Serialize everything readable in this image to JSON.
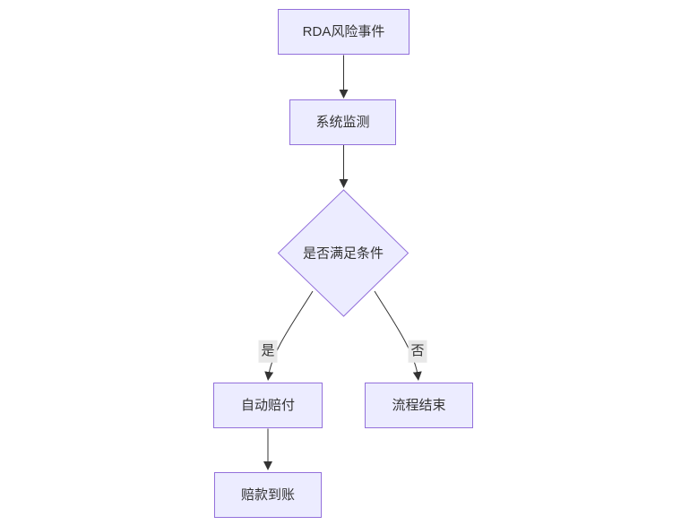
{
  "diagram": {
    "type": "flowchart",
    "direction": "top-down",
    "nodes": {
      "rda_event": {
        "label": "RDA风险事件",
        "shape": "rect"
      },
      "system_monitor": {
        "label": "系统监测",
        "shape": "rect"
      },
      "condition_check": {
        "label": "是否满足条件",
        "shape": "diamond"
      },
      "auto_payout": {
        "label": "自动赔付",
        "shape": "rect"
      },
      "process_end": {
        "label": "流程结束",
        "shape": "rect"
      },
      "payment_arrival": {
        "label": "赔款到账",
        "shape": "rect"
      }
    },
    "edges": [
      {
        "from": "rda_event",
        "to": "system_monitor",
        "label": ""
      },
      {
        "from": "system_monitor",
        "to": "condition_check",
        "label": ""
      },
      {
        "from": "condition_check",
        "to": "auto_payout",
        "label": "是"
      },
      {
        "from": "condition_check",
        "to": "process_end",
        "label": "否"
      },
      {
        "from": "auto_payout",
        "to": "payment_arrival",
        "label": ""
      }
    ],
    "colors": {
      "node_fill": "#ECECFF",
      "node_border": "#9370DB",
      "edge_stroke": "#333333",
      "text": "#333333",
      "edge_label_bg": "#e8e8e8",
      "background": "#ffffff"
    }
  }
}
